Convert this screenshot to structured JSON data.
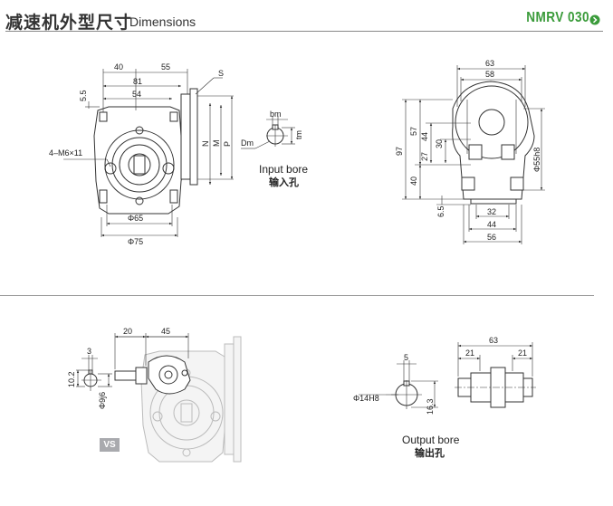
{
  "header": {
    "title_cn": "减速机外型尺寸",
    "title_en": "Dimensions",
    "model": "NMRV 030"
  },
  "view_left": {
    "dims": {
      "d40": "40",
      "d55": "55",
      "d81": "81",
      "d54": "54",
      "d5_5": "5.5",
      "s": "S",
      "n": "N",
      "m": "M",
      "p": "P",
      "m6": "4–M6×11",
      "phi65": "Φ65",
      "phi75": "Φ75"
    }
  },
  "input_bore": {
    "bm": "bm",
    "tm": "tm",
    "dm": "Dm",
    "caption_en": "Input bore",
    "caption_cn": "输入孔"
  },
  "view_right": {
    "dims": {
      "d63": "63",
      "d58": "58",
      "d97": "97",
      "d57": "57",
      "d44v": "44",
      "d30": "30",
      "d27": "27",
      "d40": "40",
      "d6_5": "6.5",
      "phi55h8": "Φ55h8",
      "d32": "32",
      "d44": "44",
      "d56": "56"
    }
  },
  "vs_view": {
    "badge": "VS",
    "dims": {
      "d20": "20",
      "d45": "45",
      "d3": "3",
      "d10_2": "10.2",
      "phi9j6": "Φ9j6"
    }
  },
  "output_bore": {
    "d5": "5",
    "phi14h8": "Φ14H8",
    "d16_3": "16.3",
    "caption_en": "Output bore",
    "caption_cn": "输出孔"
  },
  "output_shaft": {
    "d63": "63",
    "d21a": "21",
    "d21b": "21"
  }
}
